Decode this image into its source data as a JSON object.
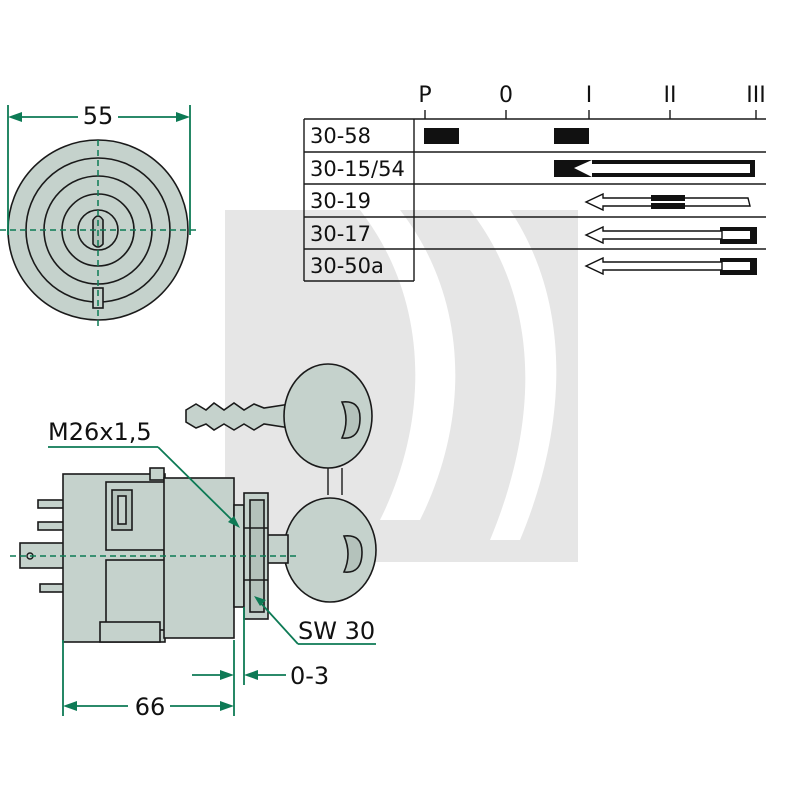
{
  "dimensions": {
    "diameter": "55",
    "thread": "M26x1,5",
    "wrench": "SW 30",
    "length": "66",
    "gap": "0-3"
  },
  "table": {
    "positions": [
      "P",
      "0",
      "I",
      "II",
      "III"
    ],
    "rows": [
      {
        "label": "30-58"
      },
      {
        "label": "30-15/54"
      },
      {
        "label": "30-19"
      },
      {
        "label": "30-17"
      },
      {
        "label": "30-50a"
      }
    ]
  },
  "colors": {
    "dimension": "#0d7a55",
    "part_fill": "#c5d2cc",
    "watermark": "#e3e3e3"
  }
}
